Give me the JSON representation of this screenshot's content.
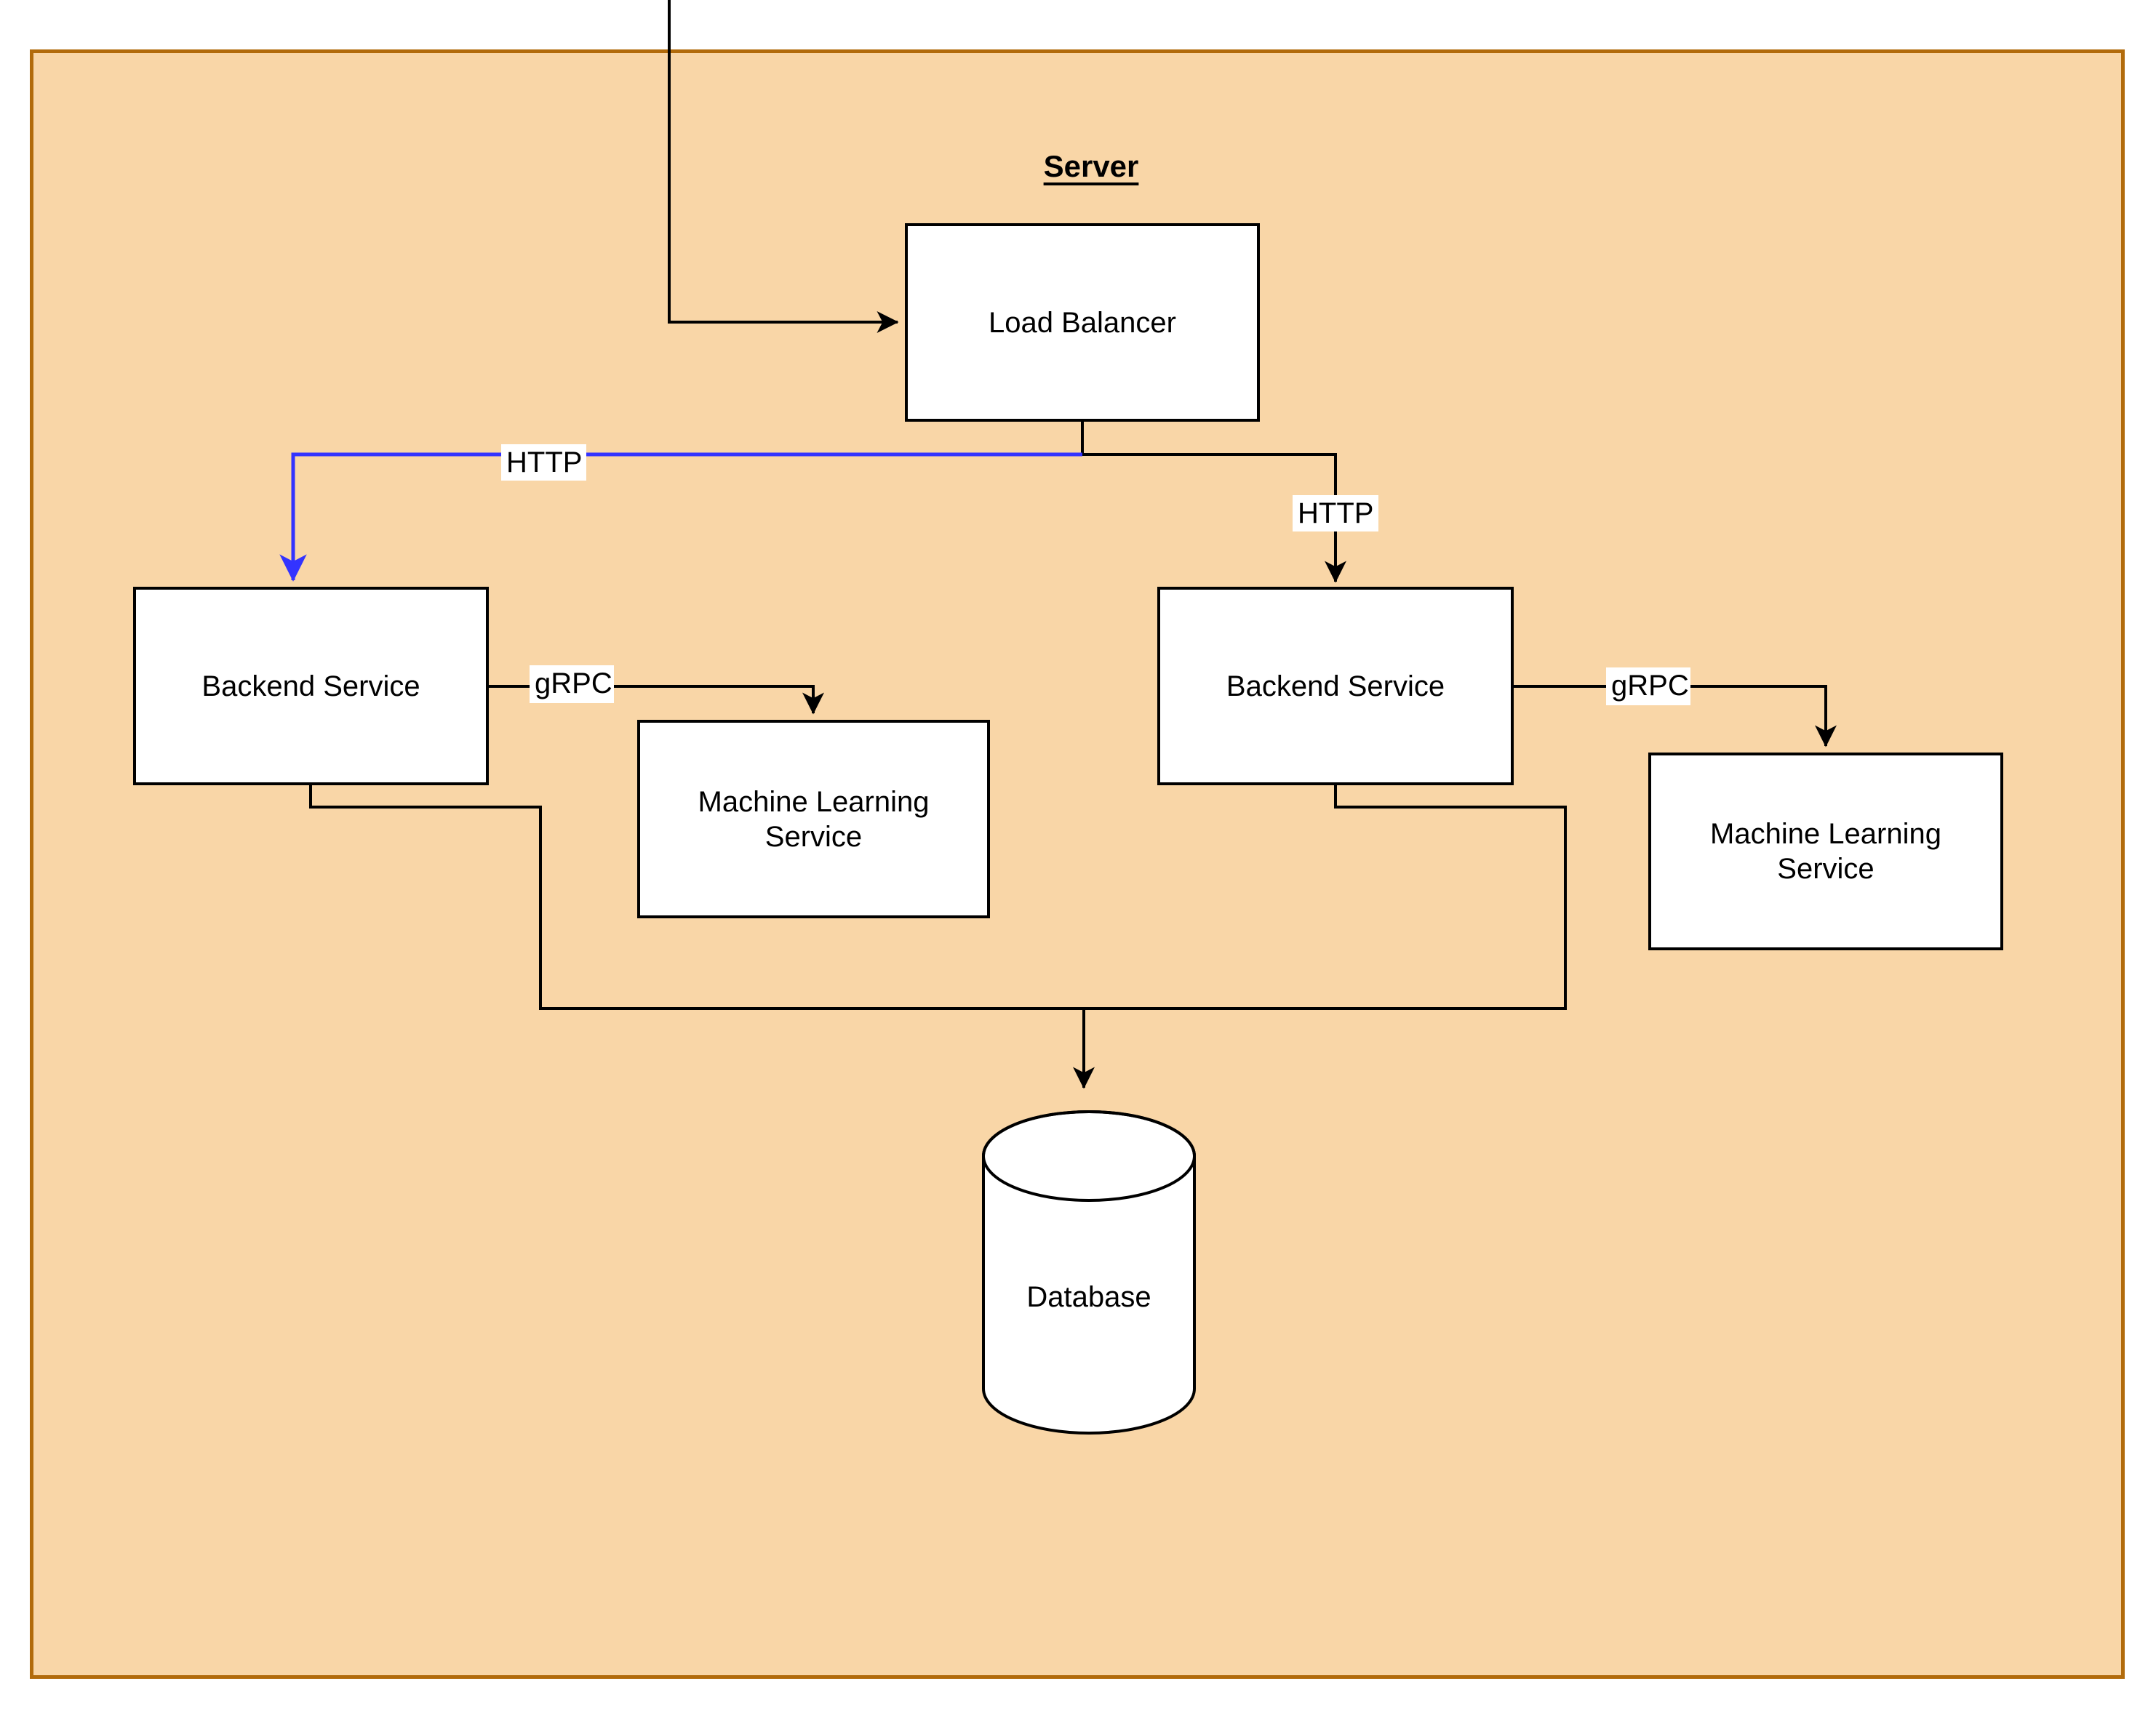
{
  "diagram": {
    "title": "Server",
    "nodes": {
      "load_balancer": "Load Balancer",
      "backend_left": "Backend Service",
      "backend_right": "Backend Service",
      "ml_left": "Machine Learning Service",
      "ml_right": "Machine Learning Service",
      "database": "Database"
    },
    "edge_labels": {
      "http_left": "HTTP",
      "http_right": "HTTP",
      "grpc_left": "gRPC",
      "grpc_right": "gRPC"
    },
    "colors": {
      "container_fill": "#F9D6A7",
      "container_stroke": "#B26B0B",
      "edge_black": "#000000",
      "edge_blue": "#3333FF",
      "node_fill": "#FFFFFF",
      "node_stroke": "#000000",
      "label_bg": "#FFFFFF",
      "text": "#000000"
    }
  }
}
